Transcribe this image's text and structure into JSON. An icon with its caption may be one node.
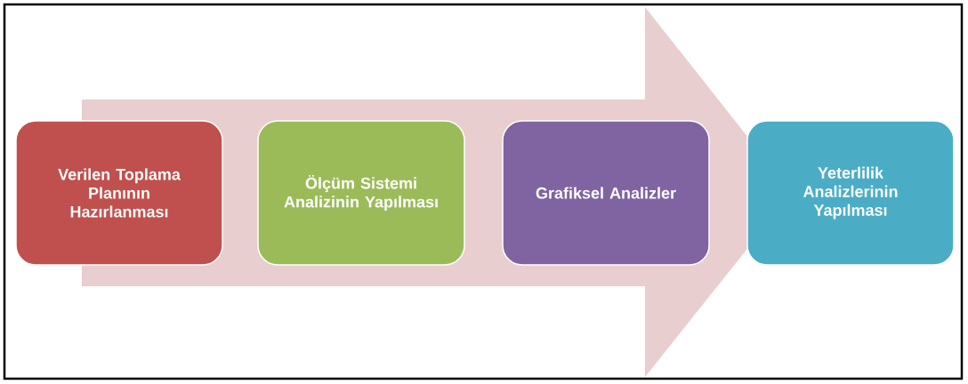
{
  "diagram": {
    "nodes": [
      {
        "text": [
          "Verilen Toplama Planının Hazırlanması"
        ]
      },
      {
        "text": [
          "Ölçüm Sistemi Analizinin Yapılması"
        ]
      },
      {
        "text": [
          "Grafiksel Analizler"
        ]
      },
      {
        "text": [
          "Yeterlilik Analizlerinin Yapılması"
        ]
      }
    ],
    "edges": [
      {
        "from": 0,
        "to": 3,
        "arrow": "to"
      }
    ]
  }
}
